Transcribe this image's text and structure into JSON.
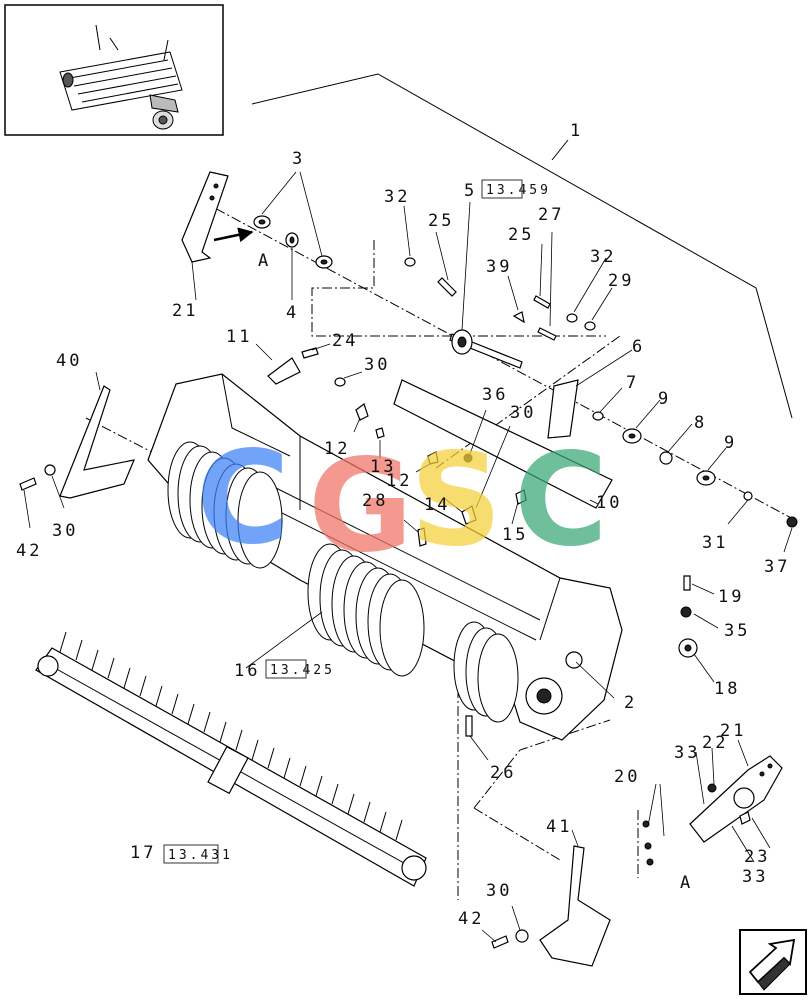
{
  "diagram": {
    "labels": {
      "l1": "1",
      "l2": "2",
      "l3": "3",
      "l4": "4",
      "l5": "5",
      "l6": "6",
      "l7": "7",
      "l8": "8",
      "l9a": "9",
      "l9b": "9",
      "l10": "10",
      "l11": "11",
      "l12a": "12",
      "l12b": "12",
      "l13": "13",
      "l14": "14",
      "l15": "15",
      "l16": "16",
      "l17": "17",
      "l18": "18",
      "l19": "19",
      "l20": "20",
      "l21a": "21",
      "l21b": "21",
      "l22": "22",
      "l23": "23",
      "l24": "24",
      "l25a": "25",
      "l25b": "25",
      "l26": "26",
      "l27": "27",
      "l28": "28",
      "l29": "29",
      "l30a": "30",
      "l30b": "30",
      "l30c": "30",
      "l30d": "30",
      "l31": "31",
      "l32a": "32",
      "l32b": "32",
      "l33a": "33",
      "l33b": "33",
      "l35": "35",
      "l36": "36",
      "l37": "37",
      "l39": "39",
      "l40": "40",
      "l41": "41",
      "l42a": "42",
      "l42b": "42",
      "viewA1": "A",
      "viewA2": "A"
    },
    "refs": {
      "r5": "13.459",
      "r16": "13.425",
      "r17": "13.431"
    },
    "watermark": {
      "letters": [
        "C",
        "G",
        "S",
        "C"
      ],
      "colors": [
        "#3b82f6",
        "#f07366",
        "#f5cf3a",
        "#3aa776"
      ]
    },
    "nav_icon": "next-page-arrow-icon"
  }
}
